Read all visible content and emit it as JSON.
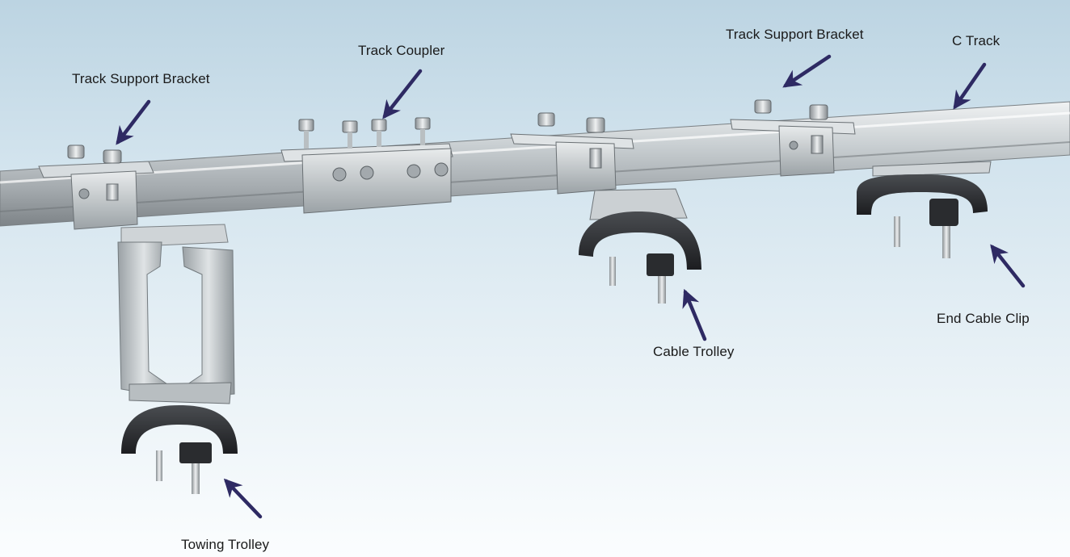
{
  "labels": {
    "track_support_bracket_left": "Track Support Bracket",
    "track_coupler": "Track Coupler",
    "track_support_bracket_right": "Track Support Bracket",
    "c_track": "C Track",
    "cable_trolley": "Cable Trolley",
    "end_cable_clip": "End Cable Clip",
    "towing_trolley": "Towing Trolley"
  },
  "colors": {
    "arrow": "#2e2a63",
    "track_light": "#e4e8ea",
    "track_dark": "#8a9094",
    "rubber": "#2b2d30"
  }
}
